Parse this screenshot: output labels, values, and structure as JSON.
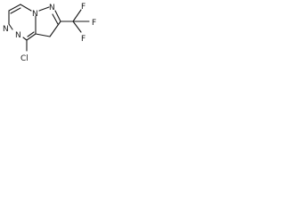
{
  "structure": {
    "atoms": {
      "n_top_left": "N",
      "n_bridge": "N",
      "n_pyrazole": "N",
      "n_lower": "N",
      "cl": "Cl",
      "f_top": "F",
      "f_right": "F",
      "f_lower": "F"
    }
  },
  "colors": {
    "ink": "#1a1a1a",
    "background": "#ffffff"
  }
}
